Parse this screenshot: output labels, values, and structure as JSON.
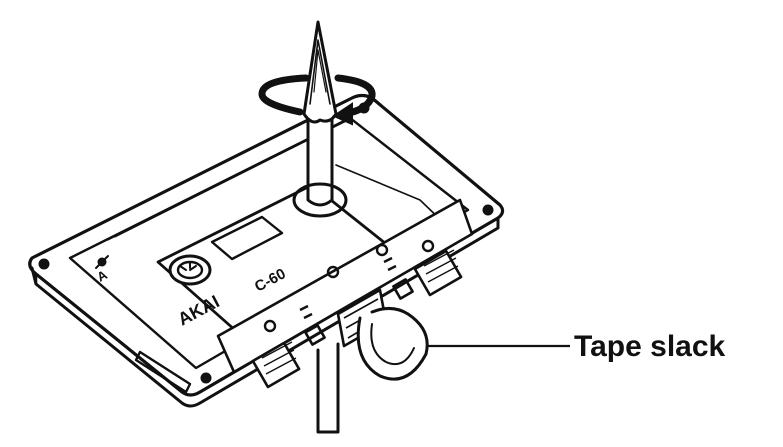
{
  "diagram": {
    "callout_label": "Tape slack",
    "brand": "AKAI",
    "cassette_type": "C-60",
    "side_label": "A",
    "icons": [
      "cassette-illustration",
      "pencil-icon",
      "rotation-arrow-icon",
      "tape-loop-icon"
    ]
  },
  "colors": {
    "ink": "#111111",
    "paper": "#ffffff"
  }
}
